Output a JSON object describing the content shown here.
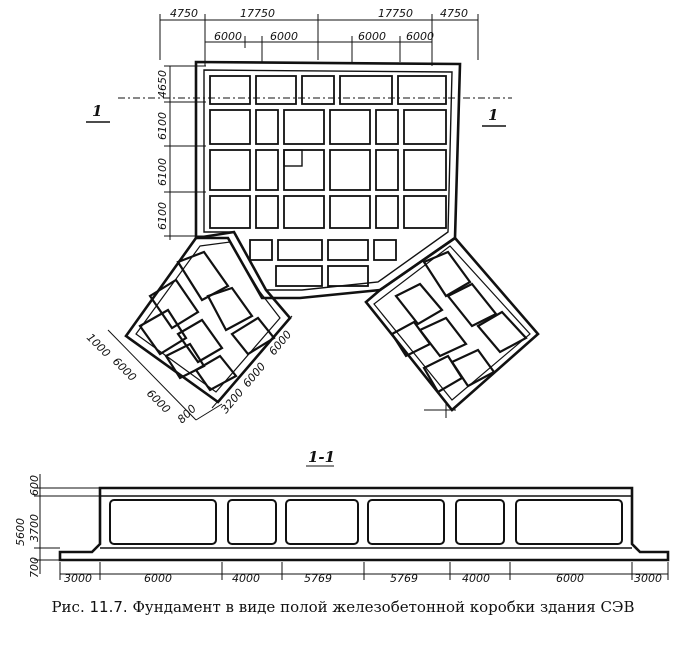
{
  "plan": {
    "top_dims_row1": [
      "4750",
      "17750",
      "17750",
      "4750"
    ],
    "top_dims_row2": [
      "6000",
      "6000",
      "6000",
      "6000"
    ],
    "left_dims": [
      "4650",
      "6100",
      "6100",
      "6100"
    ],
    "wing_left_dims": [
      "1000",
      "6000",
      "6000",
      "800"
    ],
    "wing_right_dims": [
      "3200",
      "6000",
      "6000"
    ],
    "section_mark": "1"
  },
  "section": {
    "title": "1-1",
    "bottom_dims": [
      "3000",
      "6000",
      "4000",
      "5769",
      "5769",
      "4000",
      "6000",
      "3000"
    ],
    "left_dims": [
      "600",
      "5600",
      "3700",
      "700"
    ]
  },
  "caption": {
    "prefix": "Рис.",
    "number": "11.7.",
    "text": "Фундамент в виде полой железобетонной коробки здания СЭВ"
  }
}
